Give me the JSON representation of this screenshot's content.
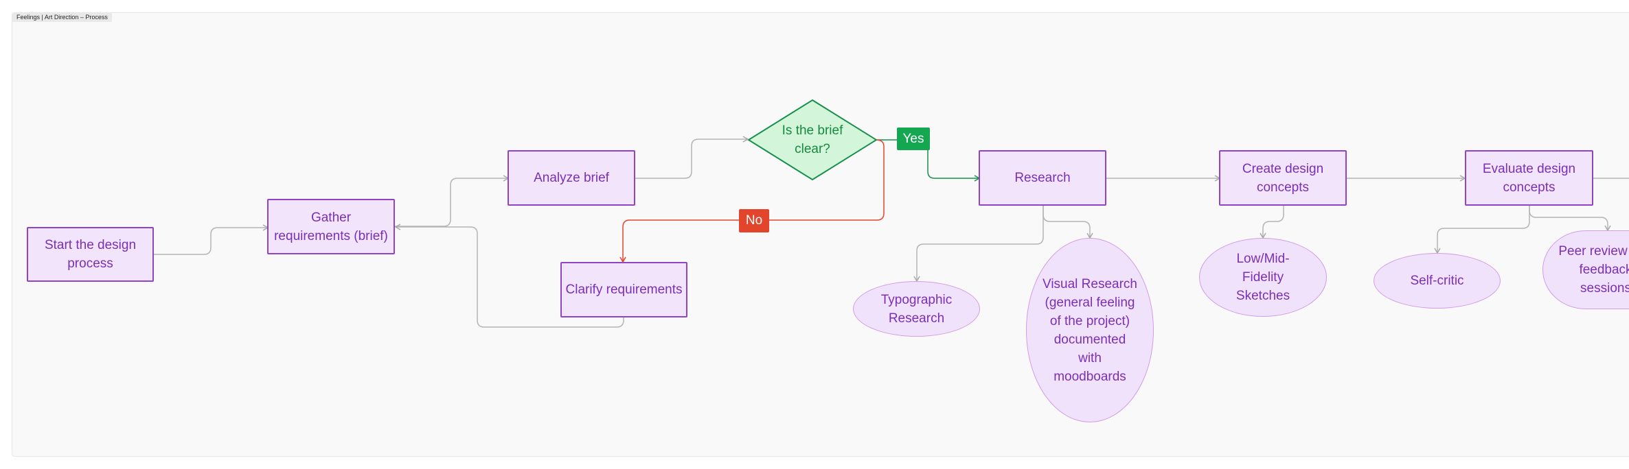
{
  "frame": {
    "label": "Feelings | Art Direction – Process"
  },
  "nodes": {
    "start": "Start the design process",
    "gather": "Gather requirements (brief)",
    "analyze": "Analyze brief",
    "clarify": "Clarify requirements",
    "decision": "Is the brief clear?",
    "research": "Research",
    "create": "Create design concepts",
    "evaluate": "Evaluate design concepts",
    "typographic": "Typographic Research",
    "visual": "Visual Research (general feeling of the project) documented with moodboards",
    "sketches": "Low/Mid-Fidelity Sketches",
    "selfcritic": "Self-critic",
    "peer": "Peer review and feedback sessions"
  },
  "labels": {
    "yes": "Yes",
    "no": "No"
  },
  "colors": {
    "process_fill": "#f1e4fb",
    "process_border": "#8f44c8",
    "text_purple": "#7a2fb4",
    "decision_fill": "#d3f5da",
    "decision_border": "#15904a",
    "yes_green": "#14a651",
    "no_red": "#e2452b",
    "connector_gray": "#b4b4b4"
  }
}
